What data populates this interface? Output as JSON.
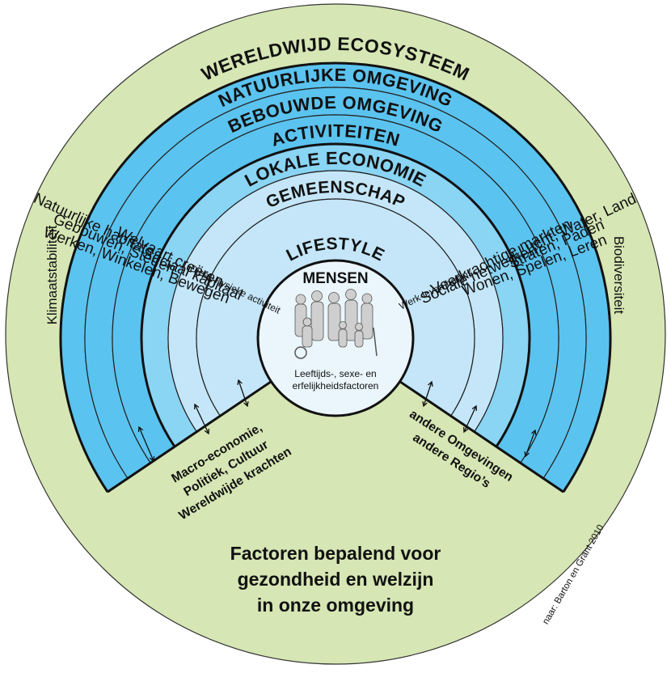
{
  "rings": {
    "ecosystem": "WERELDWIJD ECOSYSTEEM",
    "natural": "NATUURLIJKE OMGEVING",
    "built": "BEBOUWDE OMGEVING",
    "activities": "ACTIVITEITEN",
    "economy": "LOKALE ECONOMIE",
    "community": "GEMEENSCHAP",
    "lifestyle": "LIFESTYLE",
    "people": "MENSEN"
  },
  "left_rays": [
    "Natuurlijke habitats",
    "Gebouwen, Steden",
    "Werken, Winkelen, Bewegen",
    "Welvaart creëren",
    "Sociaal kapitaal",
    "Dieet, Fysieke activiteit"
  ],
  "right_rays": [
    "Lucht, Water, Land",
    "Straten, Paden",
    "Wonen, Spelen, Leren",
    "Veerkrachtige markten",
    "Sociale netwerken",
    "Werk-leven balans"
  ],
  "side_labels": {
    "left": "Klimaatstabiliteit",
    "right": "Biodiversiteit"
  },
  "center": {
    "line1": "Leeftijds-, sexe- en",
    "line2": "erfelijkheidsfactoren"
  },
  "forces_left": [
    "Macro-economie,",
    "Politiek, Cultuur",
    "Wereldwijde krachten"
  ],
  "forces_right": [
    "andere Omgevingen",
    "andere Regio’s"
  ],
  "bottom_title": [
    "Factoren bepalend voor",
    "gezondheid en welzijn",
    "in onze omgeving"
  ],
  "credit": "naar: Barton en Grant 2010",
  "colors": {
    "outer": "#d6e6b4",
    "blue_dark": "#5bc3ef",
    "blue_mid": "#8ad4f4",
    "blue_light": "#c4e6f8",
    "center": "#eaf6fc",
    "stroke": "#111111"
  }
}
